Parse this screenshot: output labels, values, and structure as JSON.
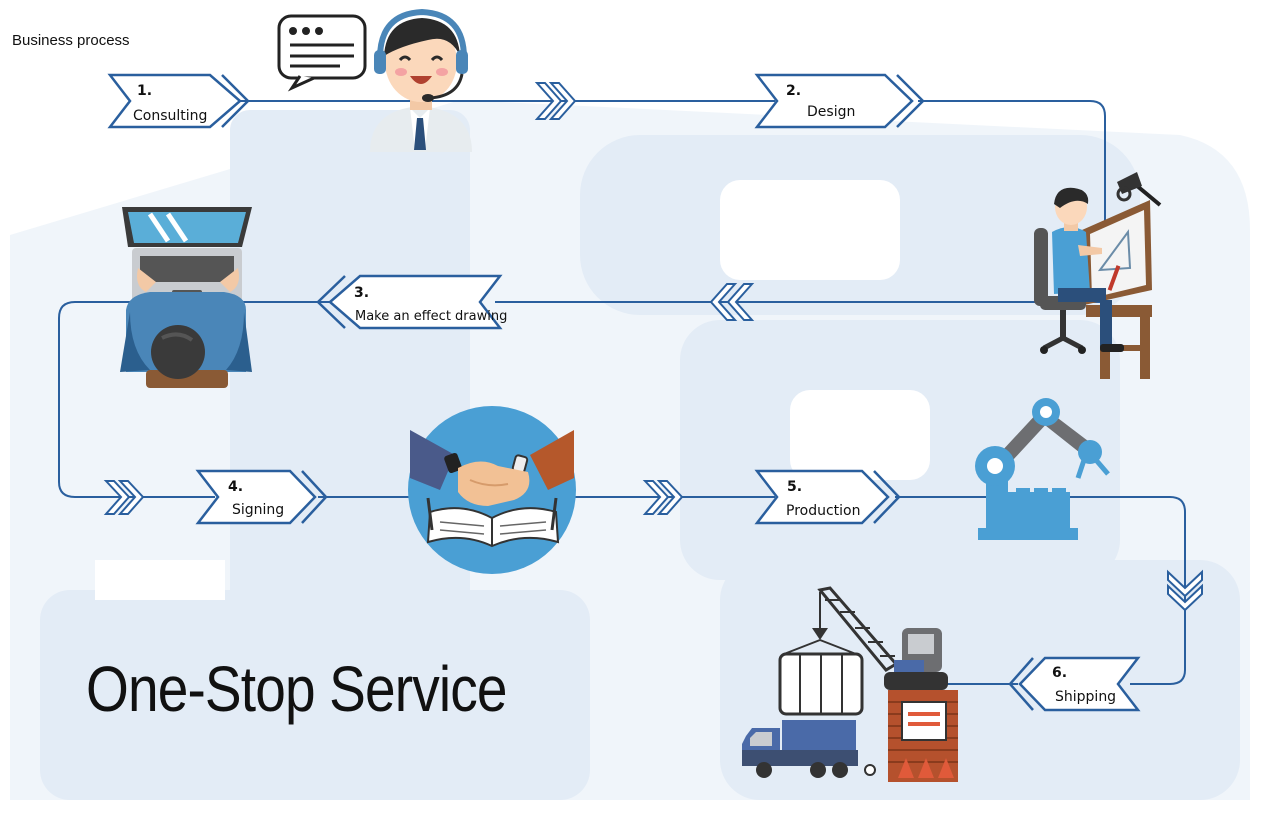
{
  "heading": "Business process",
  "tagline": "One-Stop Service",
  "steps": [
    {
      "number": "1.",
      "label": "Consulting"
    },
    {
      "number": "2.",
      "label": "Design"
    },
    {
      "number": "3.",
      "label": "Make an effect drawing"
    },
    {
      "number": "4.",
      "label": "Signing"
    },
    {
      "number": "5.",
      "label": "Production"
    },
    {
      "number": "6.",
      "label": "Shipping"
    }
  ],
  "colors": {
    "flow_line": "#2a5f9e",
    "watermark": "#e3ecf6",
    "accent_blue": "#4a9fd4",
    "brick": "#b5512d",
    "wood": "#8a5a35"
  },
  "illustrations": [
    "support-agent-icon",
    "designer-at-drafting-table-icon",
    "laptop-worker-icon",
    "handshake-contract-icon",
    "robot-arm-icon",
    "crane-truck-shipping-icon"
  ]
}
